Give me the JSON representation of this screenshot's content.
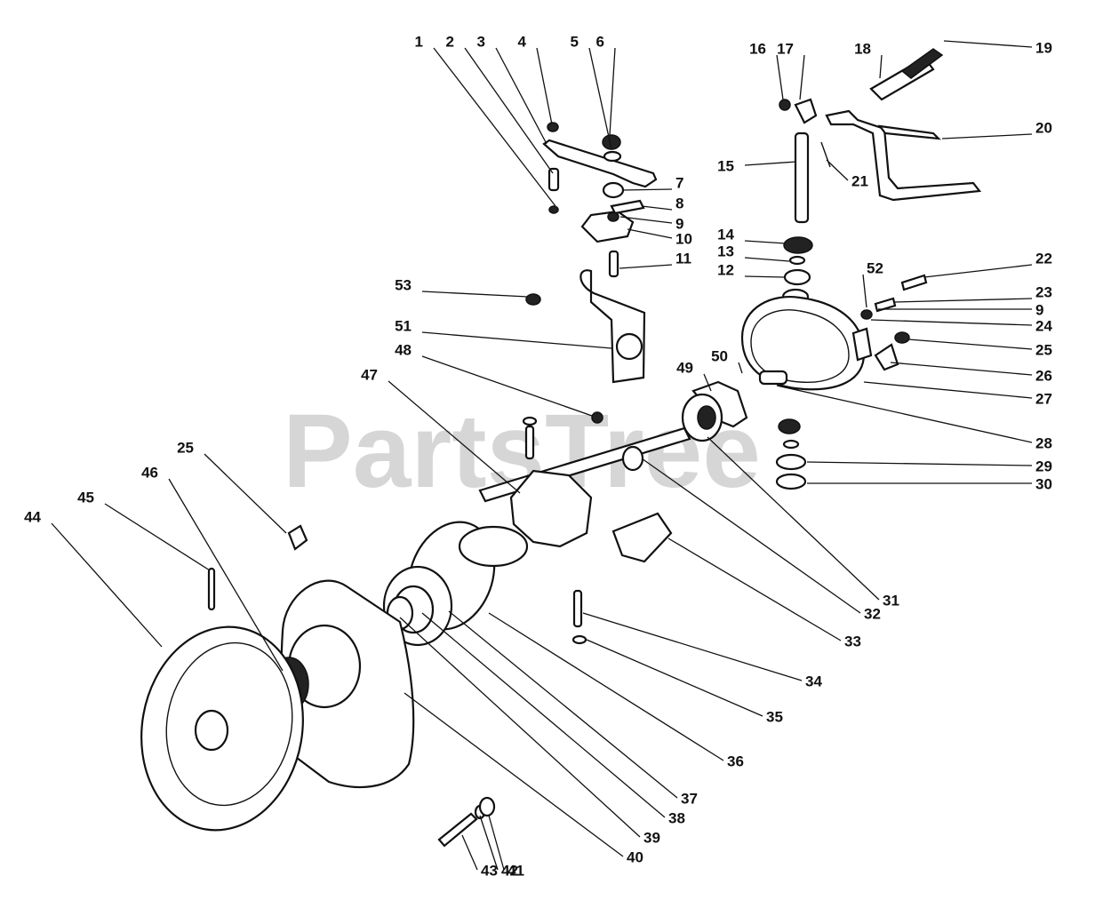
{
  "watermark": "PartsTree",
  "callouts": [
    "1",
    "2",
    "3",
    "4",
    "5",
    "6",
    "7",
    "8",
    "9",
    "10",
    "11",
    "53",
    "51",
    "48",
    "47",
    "25",
    "46",
    "45",
    "44",
    "16",
    "17",
    "18",
    "19",
    "20",
    "15",
    "21",
    "14",
    "13",
    "12",
    "52",
    "22",
    "23",
    "9",
    "24",
    "25",
    "26",
    "27",
    "50",
    "49",
    "28",
    "29",
    "30",
    "31",
    "32",
    "33",
    "34",
    "35",
    "36",
    "37",
    "38",
    "39",
    "40",
    "41",
    "42",
    "43"
  ]
}
